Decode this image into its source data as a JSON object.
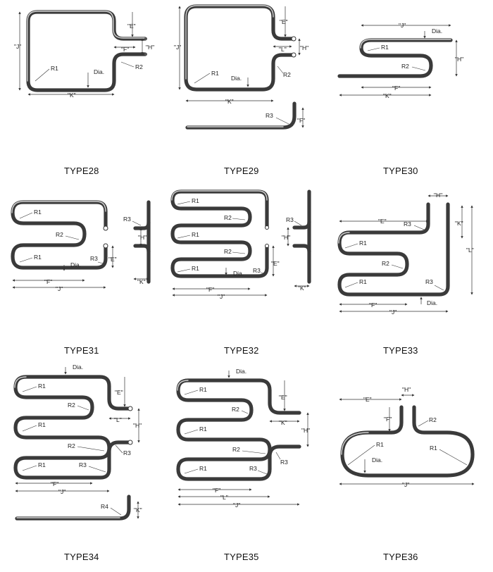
{
  "captions": {
    "t28": "TYPE28",
    "t29": "TYPE29",
    "t30": "TYPE30",
    "t31": "TYPE31",
    "t32": "TYPE32",
    "t33": "TYPE33",
    "t34": "TYPE34",
    "t35": "TYPE35",
    "t36": "TYPE36"
  },
  "labels": {
    "E": "\"E\"",
    "F": "\"F\"",
    "H": "\"H\"",
    "J": "\"J\"",
    "K": "\"K\"",
    "L": "\"L\"",
    "R1": "R1",
    "R2": "R2",
    "R3": "R3",
    "R4": "R4",
    "Dia": "Dia."
  }
}
